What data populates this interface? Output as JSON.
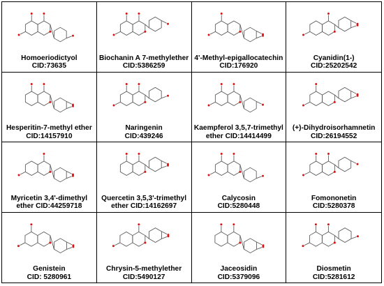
{
  "compounds": [
    {
      "name": "Homoeriodictyol",
      "cid": "CID:73635",
      "icon": "molecule-structure-icon"
    },
    {
      "name": "Biochanin A 7-methylether",
      "cid": "CID:5386259",
      "icon": "molecule-structure-icon"
    },
    {
      "name": "4'-Methyl-epigallocatechin",
      "cid": "CID:176920",
      "icon": "molecule-structure-icon"
    },
    {
      "name": "Cyanidin(1-)",
      "cid": "CID:25202542",
      "icon": "molecule-structure-icon"
    },
    {
      "name": "Hesperitin-7-methyl ether",
      "cid": "CID:14157910",
      "icon": "molecule-structure-icon"
    },
    {
      "name": "Naringenin",
      "cid": "CID:439246",
      "icon": "molecule-structure-icon"
    },
    {
      "name": "Kaempferol 3,5,7-trimethyl",
      "cid": "ether CID:14414499",
      "icon": "molecule-structure-icon"
    },
    {
      "name": "(+)-Dihydroisorhamnetin",
      "cid": "CID:26194552",
      "icon": "molecule-structure-icon"
    },
    {
      "name": "Myricetin 3,4'-dimethyl",
      "cid": "ether CID:44259718",
      "icon": "molecule-structure-icon"
    },
    {
      "name": "Quercetin 3,5,3'-trimethyl",
      "cid": "ether CID:14162697",
      "icon": "molecule-structure-icon"
    },
    {
      "name": "Calycosin",
      "cid": "CID:5280448",
      "icon": "molecule-structure-icon"
    },
    {
      "name": "Fomononetin",
      "cid": "CID:5280378",
      "icon": "molecule-structure-icon"
    },
    {
      "name": "Genistein",
      "cid": "CID: 5280961",
      "icon": "molecule-structure-icon"
    },
    {
      "name": "Chrysin-5-methylether",
      "cid": "CID:5490127",
      "icon": "molecule-structure-icon"
    },
    {
      "name": "Jaceosidin",
      "cid": "CID:5379096",
      "icon": "molecule-structure-icon"
    },
    {
      "name": "Diosmetin",
      "cid": "CID:5281612",
      "icon": "molecule-structure-icon"
    }
  ],
  "colors": {
    "border": "#000000",
    "bond": "#555555",
    "oxygen": "#dd1111",
    "text": "#000000"
  }
}
